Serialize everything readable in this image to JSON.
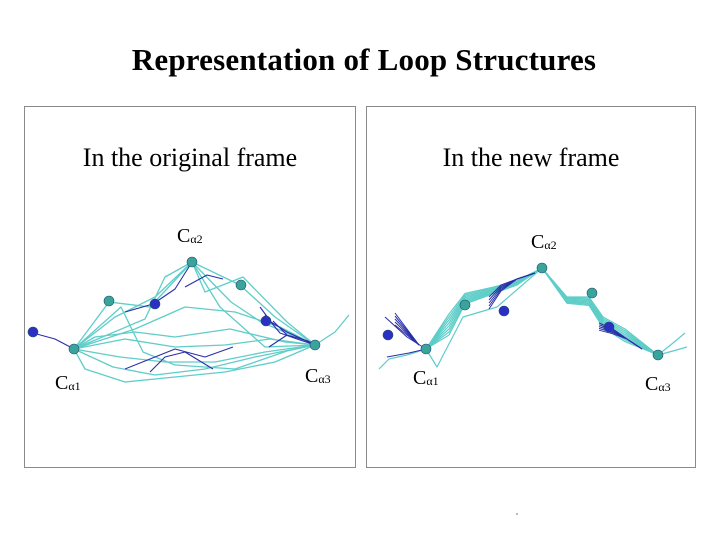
{
  "title": "Representation of Loop Structures",
  "panels": [
    {
      "heading": "In the original frame",
      "labels": [
        {
          "main": "C",
          "sub": "α2"
        },
        {
          "main": "C",
          "sub": "α1"
        },
        {
          "main": "C",
          "sub": "α3"
        }
      ]
    },
    {
      "heading": "In the new frame",
      "labels": [
        {
          "main": "C",
          "sub": "α2"
        },
        {
          "main": "C",
          "sub": "α1"
        },
        {
          "main": "C",
          "sub": "α3"
        }
      ]
    }
  ],
  "colors": {
    "cyan_strand": "#5fcdc8",
    "blue_strand": "#2a2fa8",
    "teal_atom": "#3aa39b",
    "blue_atom": "#2b2fc4",
    "panel_border": "#8a8a8a"
  }
}
